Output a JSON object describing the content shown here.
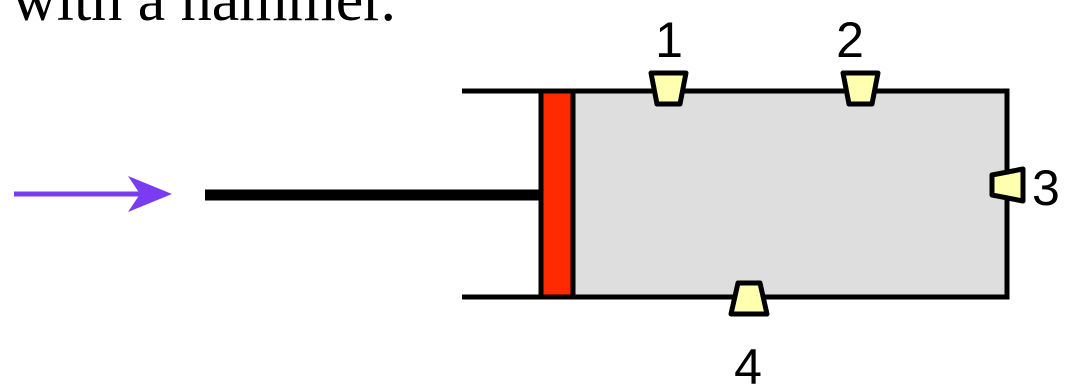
{
  "heading": {
    "text": "with a hammer."
  },
  "sensors": [
    {
      "label": "1",
      "location": "top wall"
    },
    {
      "label": "2",
      "location": "top wall"
    },
    {
      "label": "3",
      "location": "right end wall"
    },
    {
      "label": "4",
      "location": "bottom wall"
    }
  ],
  "colors": {
    "arrow": "#7A3CF0",
    "piston": "#FF2A00",
    "chamber_fill": "#DEDEDE",
    "sensor_fill": "#FFFFB0",
    "outline": "#000000"
  }
}
